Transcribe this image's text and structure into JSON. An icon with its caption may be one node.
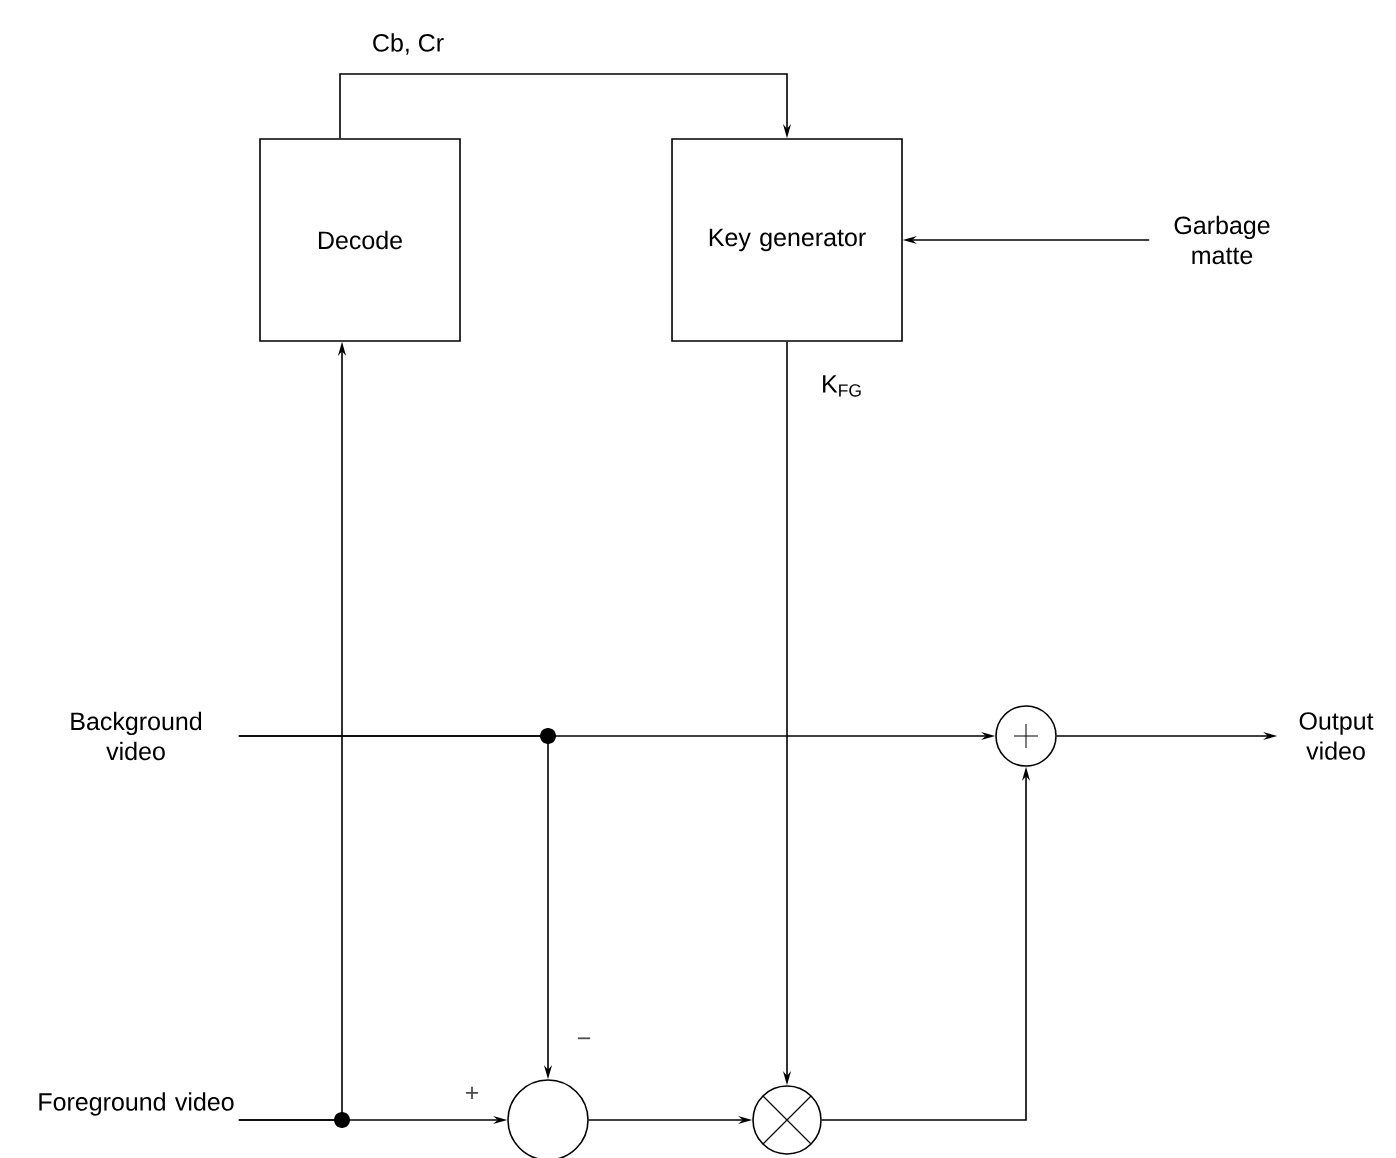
{
  "diagram": {
    "nodes": [
      {
        "text": [
          "Decode"
        ]
      },
      {
        "text": [
          "Key generator"
        ]
      },
      {
        "text": [
          "Garbage matte"
        ]
      },
      {
        "text": [
          "Background video"
        ]
      },
      {
        "text": [
          "Foreground video"
        ]
      },
      {
        "text": [
          "Output video"
        ]
      },
      {
        "text": [],
        "shape": "circle"
      },
      {
        "text": [],
        "shape": "circle"
      },
      {
        "text": [],
        "shape": "circle"
      }
    ],
    "edges": [
      {
        "from": 0,
        "to": 1,
        "arrow": "to",
        "label": "Cb, Cr"
      },
      {
        "from": 2,
        "to": 1,
        "arrow": "to"
      },
      {
        "from": 1,
        "to": 8,
        "arrow": "to",
        "label": "K$_{FG}$"
      },
      {
        "from": 3,
        "to": 6,
        "arrow": "to"
      },
      {
        "from": 3,
        "to": 7,
        "arrow": "to"
      },
      {
        "from": 4,
        "to": 7,
        "arrow": "to"
      },
      {
        "from": 4,
        "to": 0,
        "arrow": "to"
      },
      {
        "from": 7,
        "to": 8,
        "arrow": "to"
      },
      {
        "from": 8,
        "to": 6,
        "arrow": "to"
      },
      {
        "from": 6,
        "to": 5,
        "arrow": "to"
      }
    ],
    "labels": [
      "−",
      "+"
    ]
  }
}
